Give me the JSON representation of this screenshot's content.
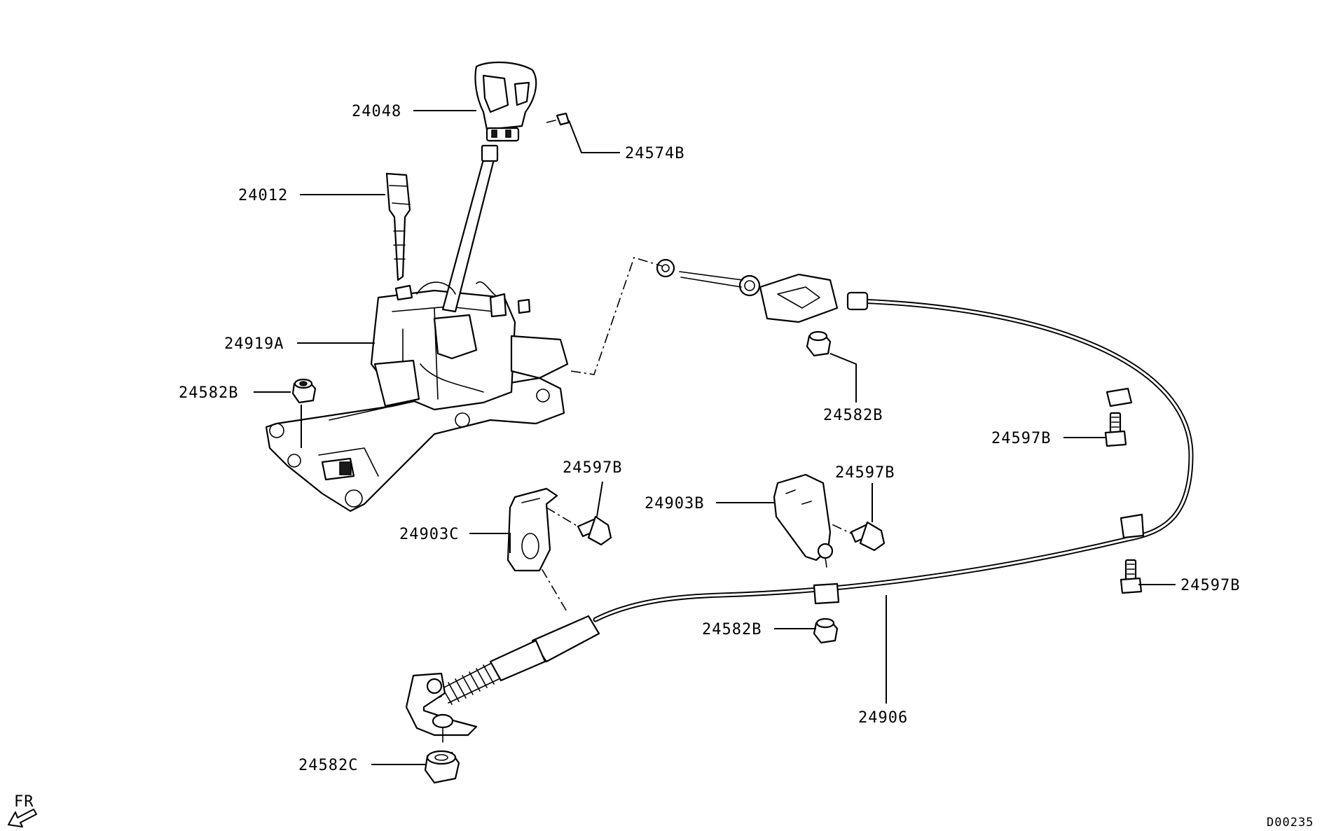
{
  "diagram_id": "D00235",
  "orientation_label": "FR",
  "callouts": {
    "knob": "24048",
    "knob_screw": "24574B",
    "indicator": "24012",
    "lever_assy": "24919A",
    "nut_left": "24582B",
    "nut_upper": "24582B",
    "bolt_right_upper": "24597B",
    "bolt_bracket_c": "24597B",
    "bracket_c": "24903C",
    "bracket_b": "24903B",
    "bolt_bracket_b": "24597B",
    "bolt_right_lower": "24597B",
    "nut_lower": "24582B",
    "cable": "24906",
    "nut_c": "24582C"
  }
}
